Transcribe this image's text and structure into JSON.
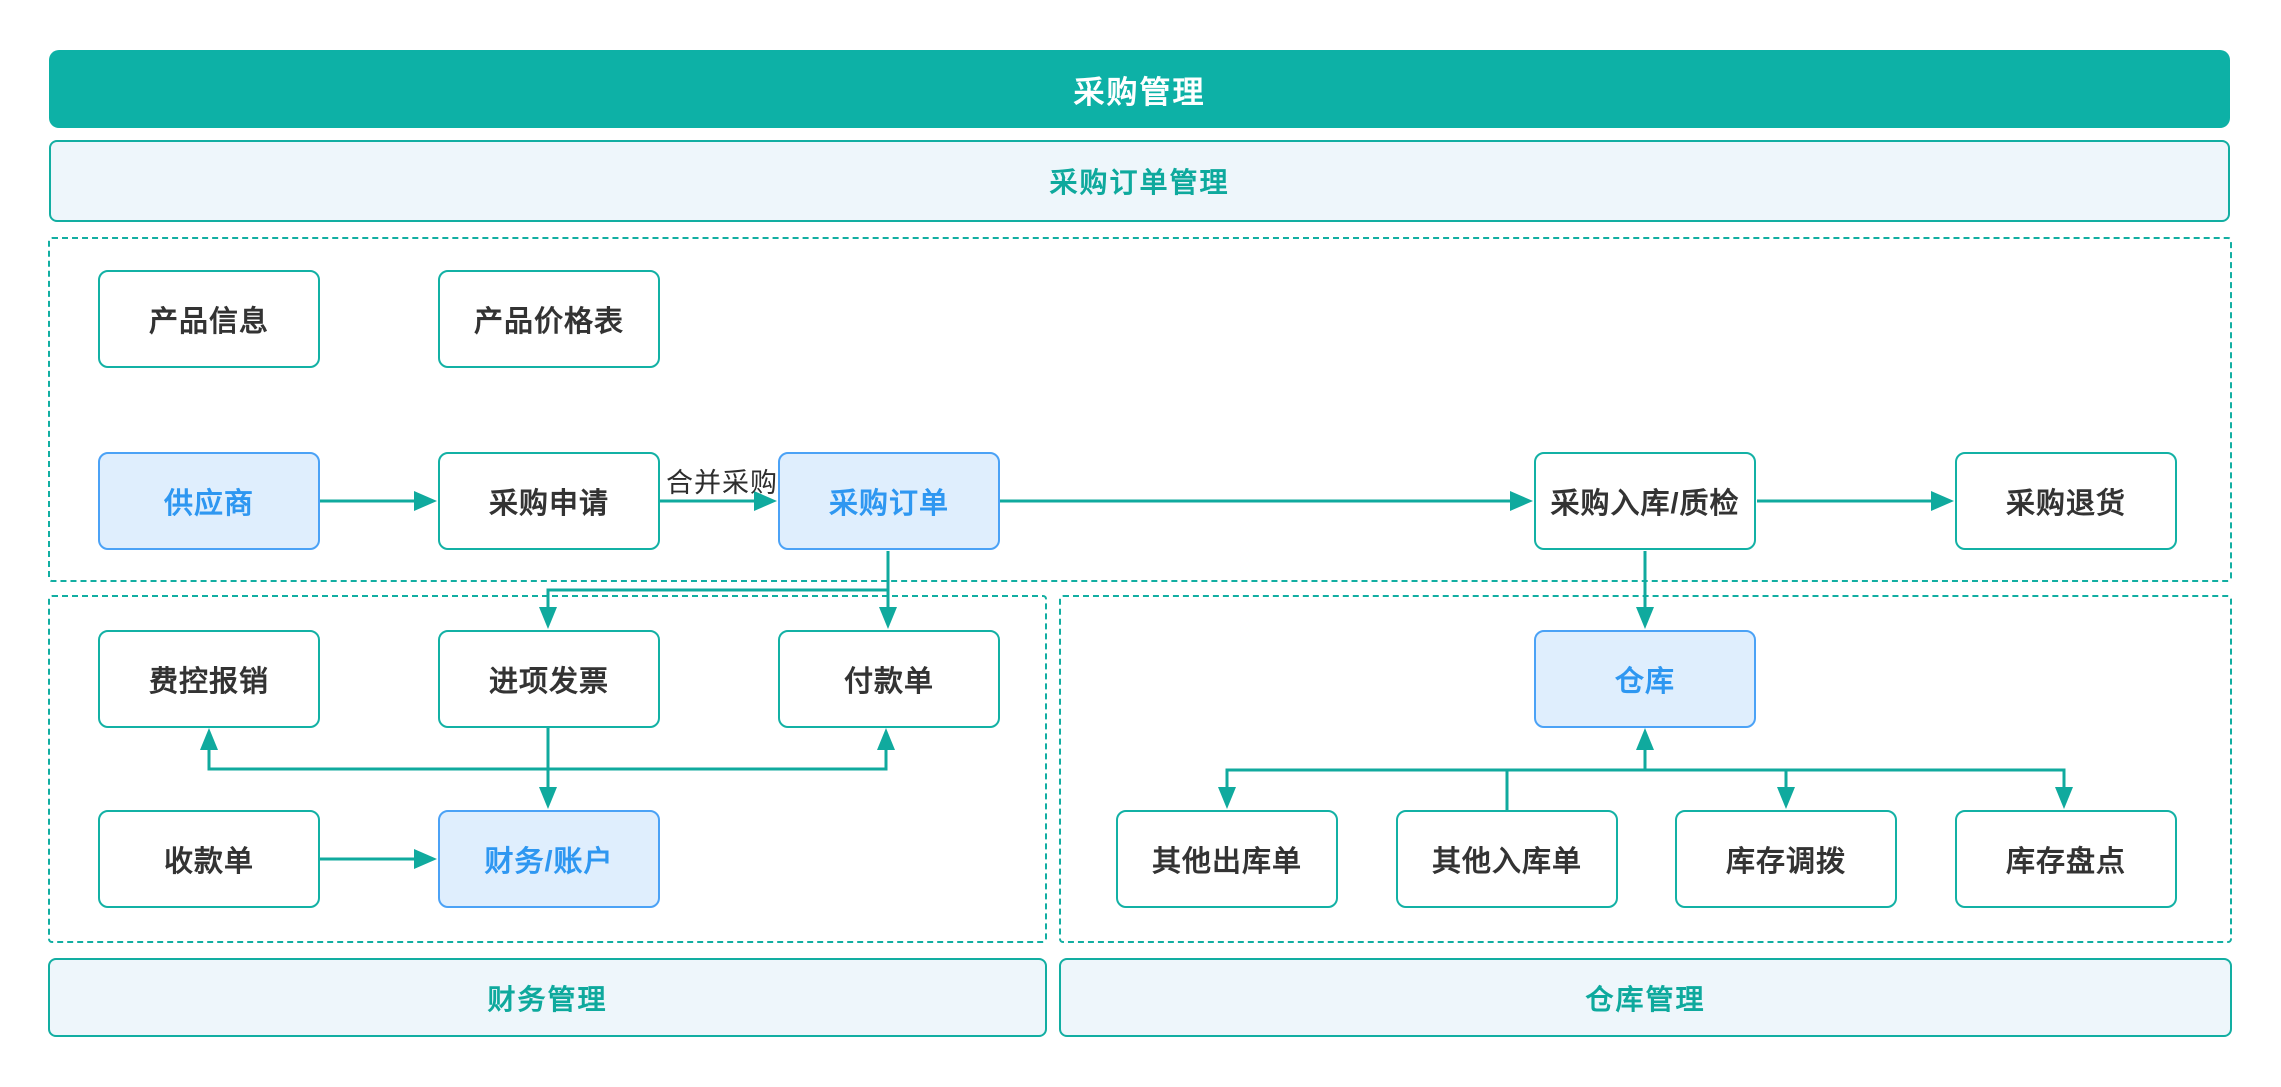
{
  "title": "采购管理",
  "banners": {
    "top": "采购管理",
    "purchase_order": "采购订单管理",
    "finance": "财务管理",
    "warehouse": "仓库管理"
  },
  "nodes": {
    "product_info": {
      "label": "产品信息",
      "variant": "plain"
    },
    "price_list": {
      "label": "产品价格表",
      "variant": "plain"
    },
    "supplier": {
      "label": "供应商",
      "variant": "highlight"
    },
    "purchase_request": {
      "label": "采购申请",
      "variant": "plain"
    },
    "purchase_order": {
      "label": "采购订单",
      "variant": "highlight"
    },
    "receipt_qc": {
      "label": "采购入库/质检",
      "variant": "plain"
    },
    "purchase_return": {
      "label": "采购退货",
      "variant": "plain"
    },
    "expense_reimburse": {
      "label": "费控报销",
      "variant": "plain"
    },
    "input_invoice": {
      "label": "进项发票",
      "variant": "plain"
    },
    "payment_slip": {
      "label": "付款单",
      "variant": "plain"
    },
    "receipt_slip": {
      "label": "收款单",
      "variant": "plain"
    },
    "finance_account": {
      "label": "财务/账户",
      "variant": "highlight"
    },
    "warehouse": {
      "label": "仓库",
      "variant": "highlight"
    },
    "other_outbound": {
      "label": "其他出库单",
      "variant": "plain"
    },
    "other_inbound": {
      "label": "其他入库单",
      "variant": "plain"
    },
    "stock_transfer": {
      "label": "库存调拨",
      "variant": "plain"
    },
    "stock_count": {
      "label": "库存盘点",
      "variant": "plain"
    }
  },
  "edge_labels": {
    "merge_purchase": "合并采购"
  },
  "colors": {
    "teal_banner": "#0DB1A6",
    "teal_line": "#10AA9E",
    "teal_border": "#13B1A5",
    "light_panel_bg": "#EEF6FB",
    "panel_text": "#0EA99D",
    "blue_border": "#4BA2F6",
    "blue_bg": "#DFEEFD",
    "blue_text": "#2E97F1",
    "dark_text": "#333333"
  }
}
